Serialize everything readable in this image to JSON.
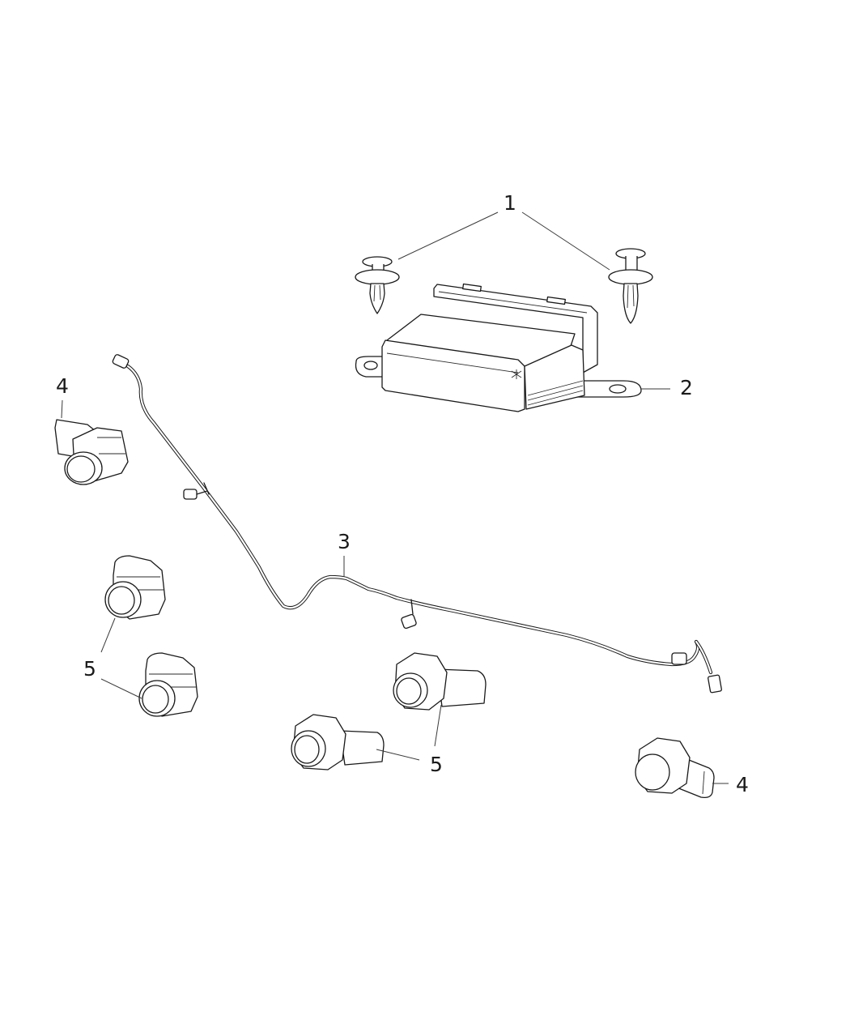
{
  "diagram": {
    "type": "exploded-parts-diagram",
    "subject": "park assist module, wiring harness and parking sensors",
    "colors": {
      "line": "#1a1a1a",
      "background": "#ffffff"
    },
    "callouts": [
      {
        "id": "1",
        "label": "1",
        "part": "push-pin clip (x2)"
      },
      {
        "id": "2",
        "label": "2",
        "part": "park assist module"
      },
      {
        "id": "3",
        "label": "3",
        "part": "park assist wiring harness"
      },
      {
        "id": "4a",
        "label": "4",
        "part": "park assist sensor (left)"
      },
      {
        "id": "4b",
        "label": "4",
        "part": "park assist sensor (right)"
      },
      {
        "id": "5a",
        "label": "5",
        "part": "park assist sensor (left group)"
      },
      {
        "id": "5b",
        "label": "5",
        "part": "park assist sensor (center group)"
      }
    ]
  }
}
